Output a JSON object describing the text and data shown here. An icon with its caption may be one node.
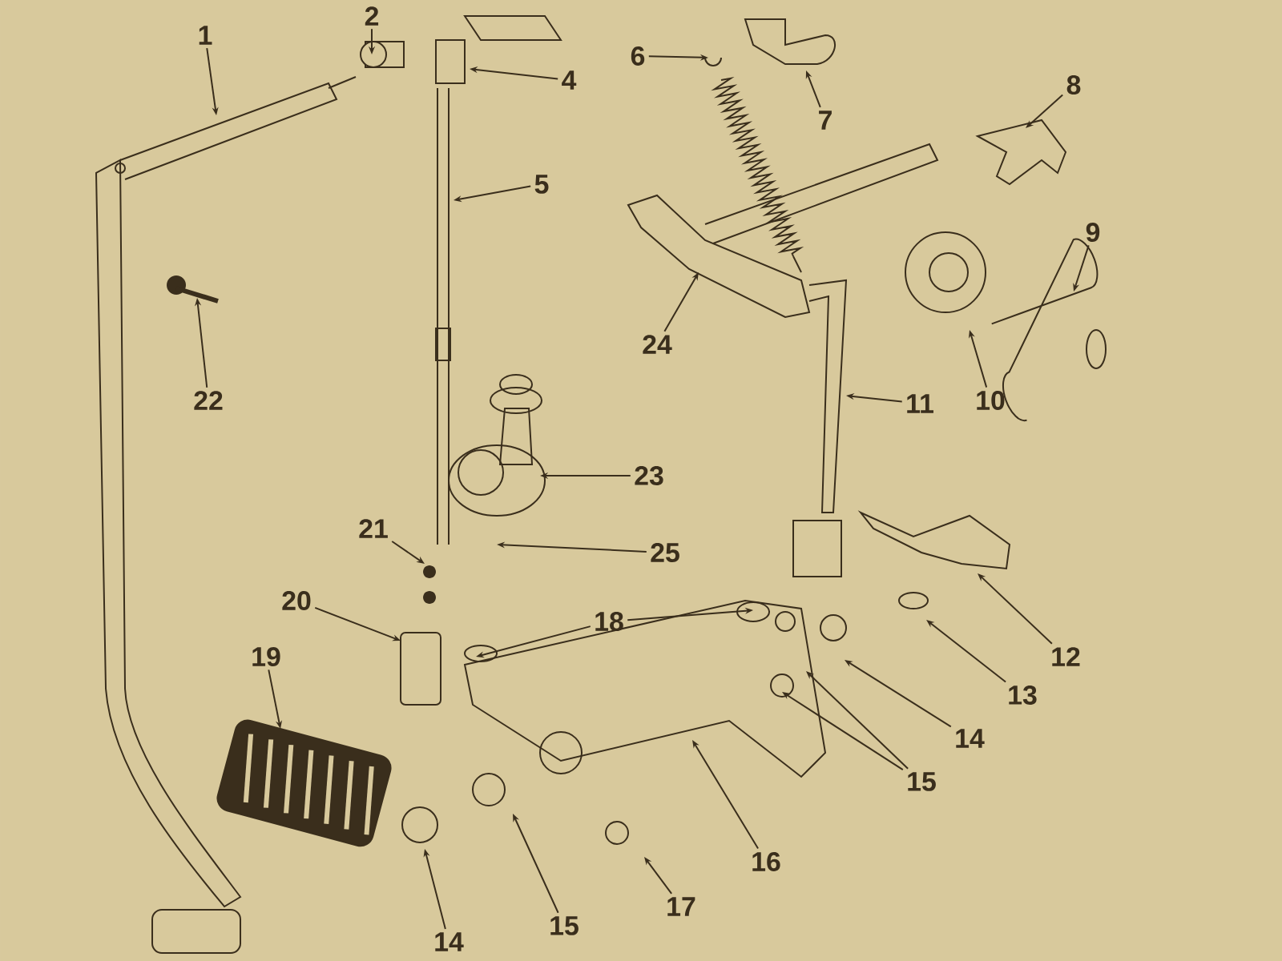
{
  "diagram": {
    "nodes": [
      {
        "text": [
          "1"
        ]
      },
      {
        "text": [
          "2"
        ]
      },
      {
        "text": [
          "4"
        ]
      },
      {
        "text": [
          "5"
        ]
      },
      {
        "text": [
          "6"
        ]
      },
      {
        "text": [
          "7"
        ]
      },
      {
        "text": [
          "8"
        ]
      },
      {
        "text": [
          "9"
        ]
      },
      {
        "text": [
          "10"
        ]
      },
      {
        "text": [
          "11"
        ]
      },
      {
        "text": [
          "24"
        ]
      },
      {
        "text": [
          "22"
        ]
      },
      {
        "text": [
          "23"
        ]
      },
      {
        "text": [
          "25"
        ]
      },
      {
        "text": [
          "21"
        ]
      },
      {
        "text": [
          "20"
        ]
      },
      {
        "text": [
          "18"
        ]
      },
      {
        "text": [
          "12"
        ]
      },
      {
        "text": [
          "13"
        ]
      },
      {
        "text": [
          "14"
        ]
      },
      {
        "text": [
          "15"
        ]
      },
      {
        "text": [
          "19"
        ]
      },
      {
        "text": [
          "16"
        ]
      },
      {
        "text": [
          "17"
        ]
      },
      {
        "text": [
          "14"
        ]
      },
      {
        "text": [
          "15"
        ]
      }
    ],
    "edges": [
      {
        "from": 0,
        "to": null,
        "arrow": "to"
      },
      {
        "from": 1,
        "to": null,
        "arrow": "to"
      },
      {
        "from": 2,
        "to": null,
        "arrow": "to"
      },
      {
        "from": 3,
        "to": null,
        "arrow": "to"
      },
      {
        "from": 4,
        "to": null,
        "arrow": "to"
      },
      {
        "from": 5,
        "to": null,
        "arrow": "to"
      },
      {
        "from": 6,
        "to": null,
        "arrow": "to"
      },
      {
        "from": 7,
        "to": null,
        "arrow": "to"
      },
      {
        "from": 8,
        "to": null,
        "arrow": "to"
      },
      {
        "from": 9,
        "to": null,
        "arrow": "to"
      },
      {
        "from": 10,
        "to": null,
        "arrow": "to"
      },
      {
        "from": 11,
        "to": null,
        "arrow": "to"
      },
      {
        "from": 12,
        "to": null,
        "arrow": "to"
      },
      {
        "from": 13,
        "to": null,
        "arrow": "to"
      },
      {
        "from": 14,
        "to": null,
        "arrow": "to"
      },
      {
        "from": 15,
        "to": null,
        "arrow": "to"
      },
      {
        "from": 16,
        "to": null,
        "arrow": "to"
      },
      {
        "from": 16,
        "to": null,
        "arrow": "to"
      },
      {
        "from": 17,
        "to": null,
        "arrow": "to"
      },
      {
        "from": 18,
        "to": null,
        "arrow": "to"
      },
      {
        "from": 19,
        "to": null,
        "arrow": "to"
      },
      {
        "from": 20,
        "to": null,
        "arrow": "to"
      },
      {
        "from": 20,
        "to": null,
        "arrow": "to"
      },
      {
        "from": 21,
        "to": null,
        "arrow": "to"
      },
      {
        "from": 22,
        "to": null,
        "arrow": "to"
      },
      {
        "from": 23,
        "to": null,
        "arrow": "to"
      },
      {
        "from": 24,
        "to": null,
        "arrow": "to"
      },
      {
        "from": 25,
        "to": null,
        "arrow": "to"
      }
    ]
  }
}
